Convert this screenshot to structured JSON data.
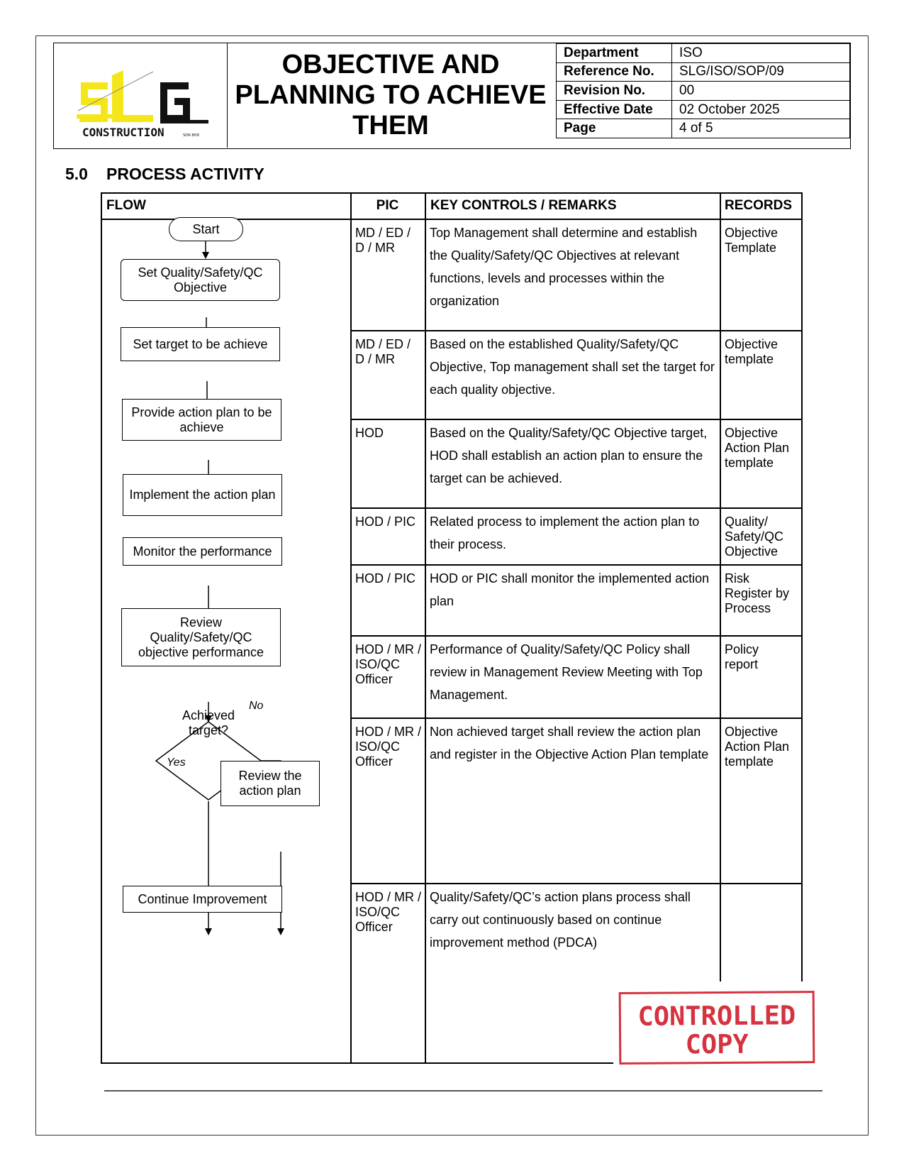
{
  "header": {
    "logo": {
      "text": "SLG",
      "subtext": "CONSTRUCTION",
      "tiny": "SDN BHD"
    },
    "title": "OBJECTIVE AND PLANNING TO ACHIEVE THEM",
    "meta": [
      {
        "key": "Department",
        "value": "ISO"
      },
      {
        "key": "Reference No.",
        "value": "SLG/ISO/SOP/09"
      },
      {
        "key": "Revision No.",
        "value": "00"
      },
      {
        "key": "Effective Date",
        "value": "02 October 2025"
      },
      {
        "key": "Page",
        "value": "4 of 5"
      }
    ]
  },
  "section": {
    "number": "5.0",
    "title": "PROCESS ACTIVITY"
  },
  "table": {
    "headers": {
      "flow": "FLOW",
      "pic": "PIC",
      "remarks": "KEY CONTROLS / REMARKS",
      "records": "RECORDS"
    },
    "rows": [
      {
        "pic": "MD / ED / D / MR",
        "remark": "Top Management shall determine and establish the Quality/Safety/QC Objectives at relevant functions, levels and processes within the organization",
        "record": "Objective Template"
      },
      {
        "pic": "MD / ED / D / MR",
        "remark": "Based on the established Quality/Safety/QC Objective, Top management shall set the target for each quality objective.",
        "record": "Objective template"
      },
      {
        "pic": "HOD",
        "remark": "Based on the Quality/Safety/QC Objective target, HOD shall establish an action plan to ensure the target can be achieved.",
        "record": "Objective Action Plan template"
      },
      {
        "pic": "HOD / PIC",
        "remark": "Related process to implement the action plan to their process.",
        "record": "Quality/ Safety/QC Objective"
      },
      {
        "pic": "HOD / PIC",
        "remark": "HOD or PIC shall monitor the implemented action plan",
        "record": "Risk Register by Process"
      },
      {
        "pic": "HOD / MR / ISO/QC Officer",
        "remark": "Performance of Quality/Safety/QC Policy shall review in Management Review Meeting with Top Management.",
        "record": "Policy report"
      },
      {
        "pic": "HOD / MR / ISO/QC Officer",
        "remark": "Non achieved target shall review the action plan and register in the Objective Action Plan template",
        "record": "Objective Action Plan template"
      },
      {
        "pic": "HOD / MR / ISO/QC Officer",
        "remark": "Quality/Safety/QC’s action plans process shall carry out continuously based on continue improvement method (PDCA)",
        "record": ""
      }
    ]
  },
  "flow": {
    "start": "Start",
    "set_objective": "Set Quality/Safety/QC Objective",
    "set_target": "Set target to be achieve",
    "action_plan": "Provide action plan to be achieve",
    "implement": "Implement the action plan",
    "monitor": "Monitor the performance",
    "review_perf": "Review Quality/Safety/QC objective performance",
    "decision": "Achieved target?",
    "no_label": "No",
    "yes_label": "Yes",
    "review_plan": "Review the action plan",
    "continue": "Continue Improvement"
  },
  "stamp": {
    "line1": "CONTROLLED",
    "line2": "COPY"
  },
  "colors": {
    "logo_yellow": "#f5e61a",
    "stamp_red": "#d4333f"
  }
}
